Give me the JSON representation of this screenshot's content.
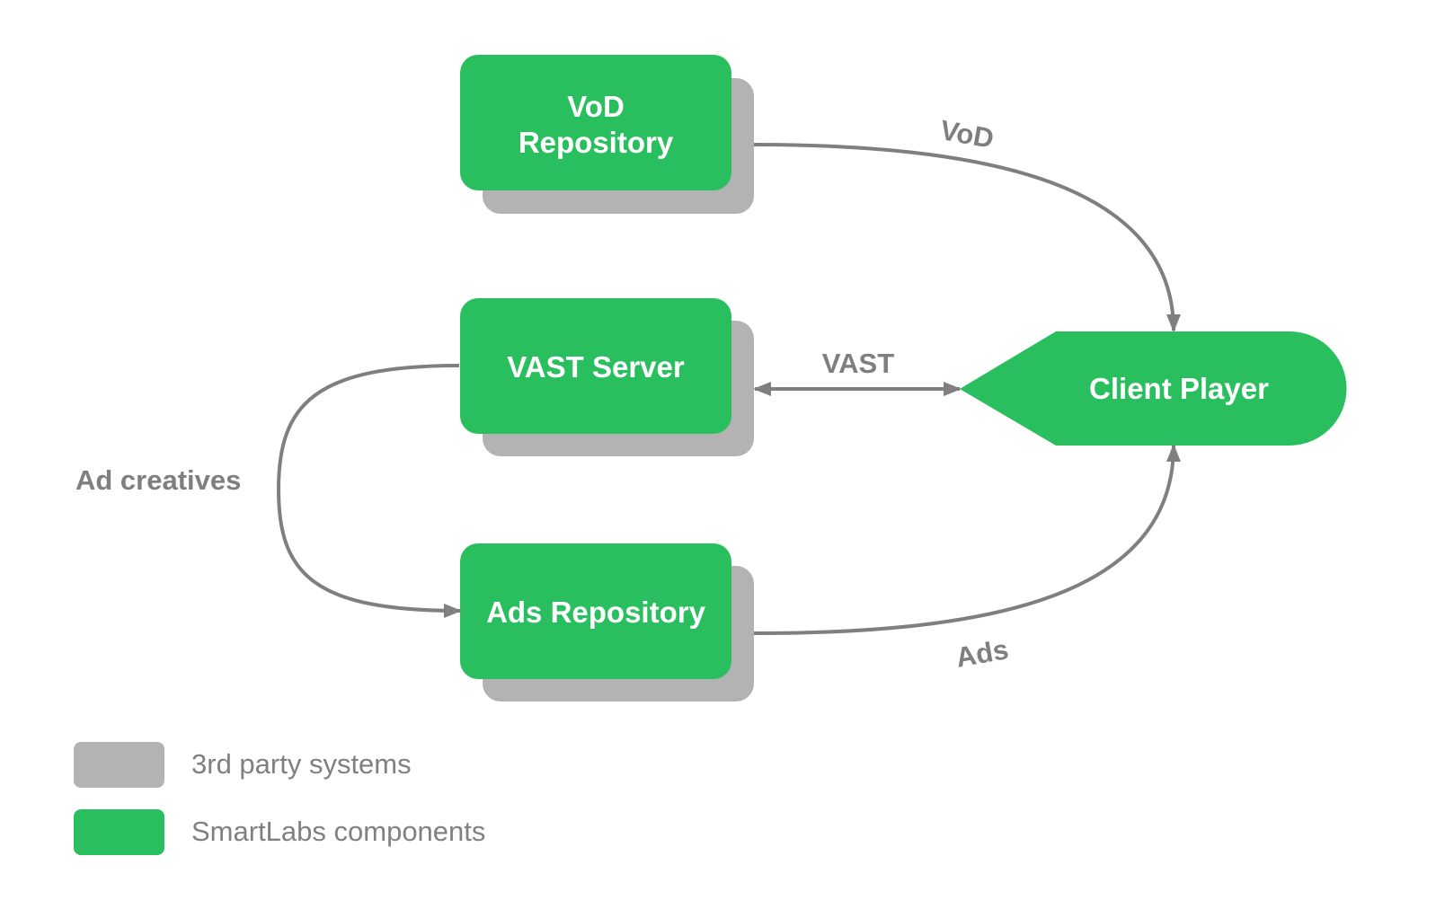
{
  "colors": {
    "component": "#2abf5e",
    "third_party": "#b3b3b3",
    "edge": "#7f7f7f",
    "edge_label": "#7f7f7f",
    "legend_text": "#808080"
  },
  "nodes": {
    "vod_repository": {
      "line1": "VoD",
      "line2": "Repository"
    },
    "vast_server": {
      "label": "VAST Server"
    },
    "ads_repository": {
      "label": "Ads Repository"
    },
    "client_player": {
      "label": "Client Player"
    }
  },
  "edges": {
    "vod": "VoD",
    "vast": "VAST",
    "ads": "Ads",
    "ad_creatives": "Ad creatives"
  },
  "legend": {
    "third_party": "3rd party systems",
    "smartlabs": "SmartLabs components"
  }
}
